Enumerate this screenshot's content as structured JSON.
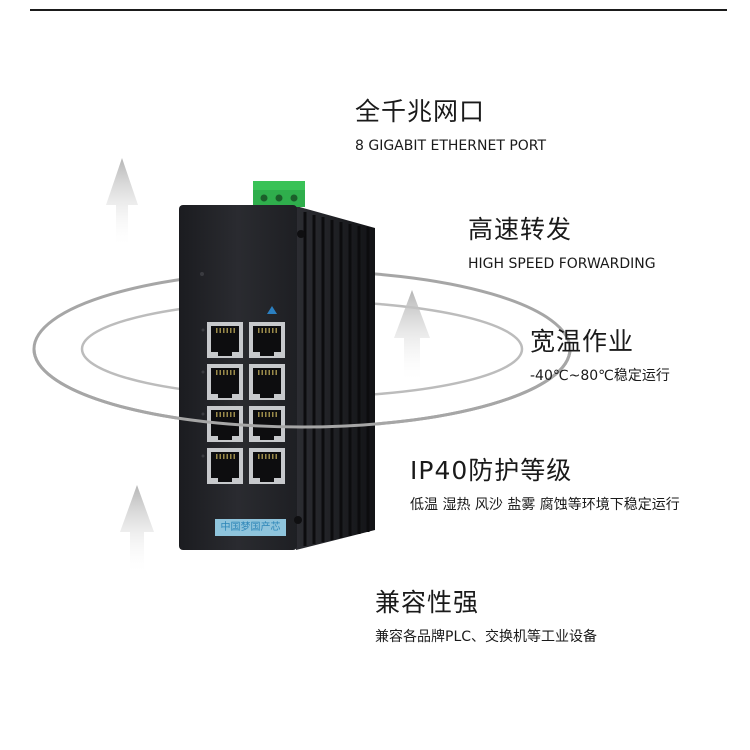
{
  "features": [
    {
      "title": "全千兆网口",
      "desc": "8 GIGABIT ETHERNET PORT"
    },
    {
      "title": "高速转发",
      "desc": "HIGH SPEED FORWARDING"
    },
    {
      "title": "宽温作业",
      "desc": "-40℃~80℃稳定运行"
    },
    {
      "title": "IP40防护等级",
      "desc": "低温 湿热 风沙 盐雾 腐蚀等环境下稳定运行"
    },
    {
      "title": "兼容性强",
      "desc": "兼容各品牌PLC、交换机等工业设备"
    }
  ],
  "device": {
    "label": "中国梦国产芯",
    "port_count": 8
  },
  "colors": {
    "housing": "#1f2024",
    "terminal": "#2fae4c",
    "label_bg": "#8fc4dc",
    "ring": "#a6a6a6",
    "arrow": "#c9c9c9"
  }
}
